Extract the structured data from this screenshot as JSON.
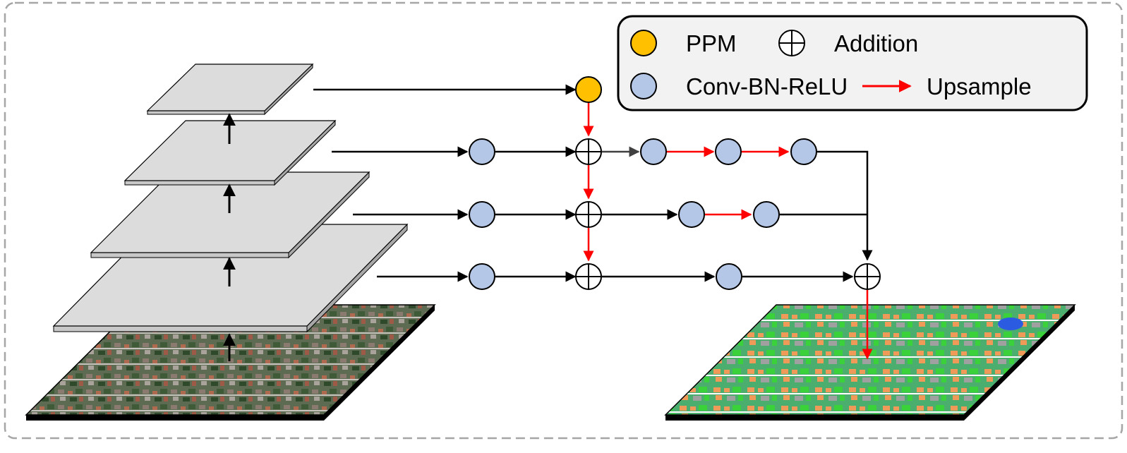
{
  "legend": {
    "ppm_label": "PPM",
    "addition_label": "Addition",
    "conv_label": "Conv-BN-ReLU",
    "upsample_label": "Upsample"
  },
  "colors": {
    "ppm_node": "#ffc000",
    "conv_node": "#b4c7e7",
    "upsample_arrow": "#ff0000",
    "flow_arrow": "#000000",
    "feature_plane": "#dcdcdc",
    "legend_bg": "#f2f2f2",
    "frame_border": "#a6a6a6"
  },
  "images": {
    "input": "aerial-photo-input",
    "output": "segmentation-map-output"
  }
}
